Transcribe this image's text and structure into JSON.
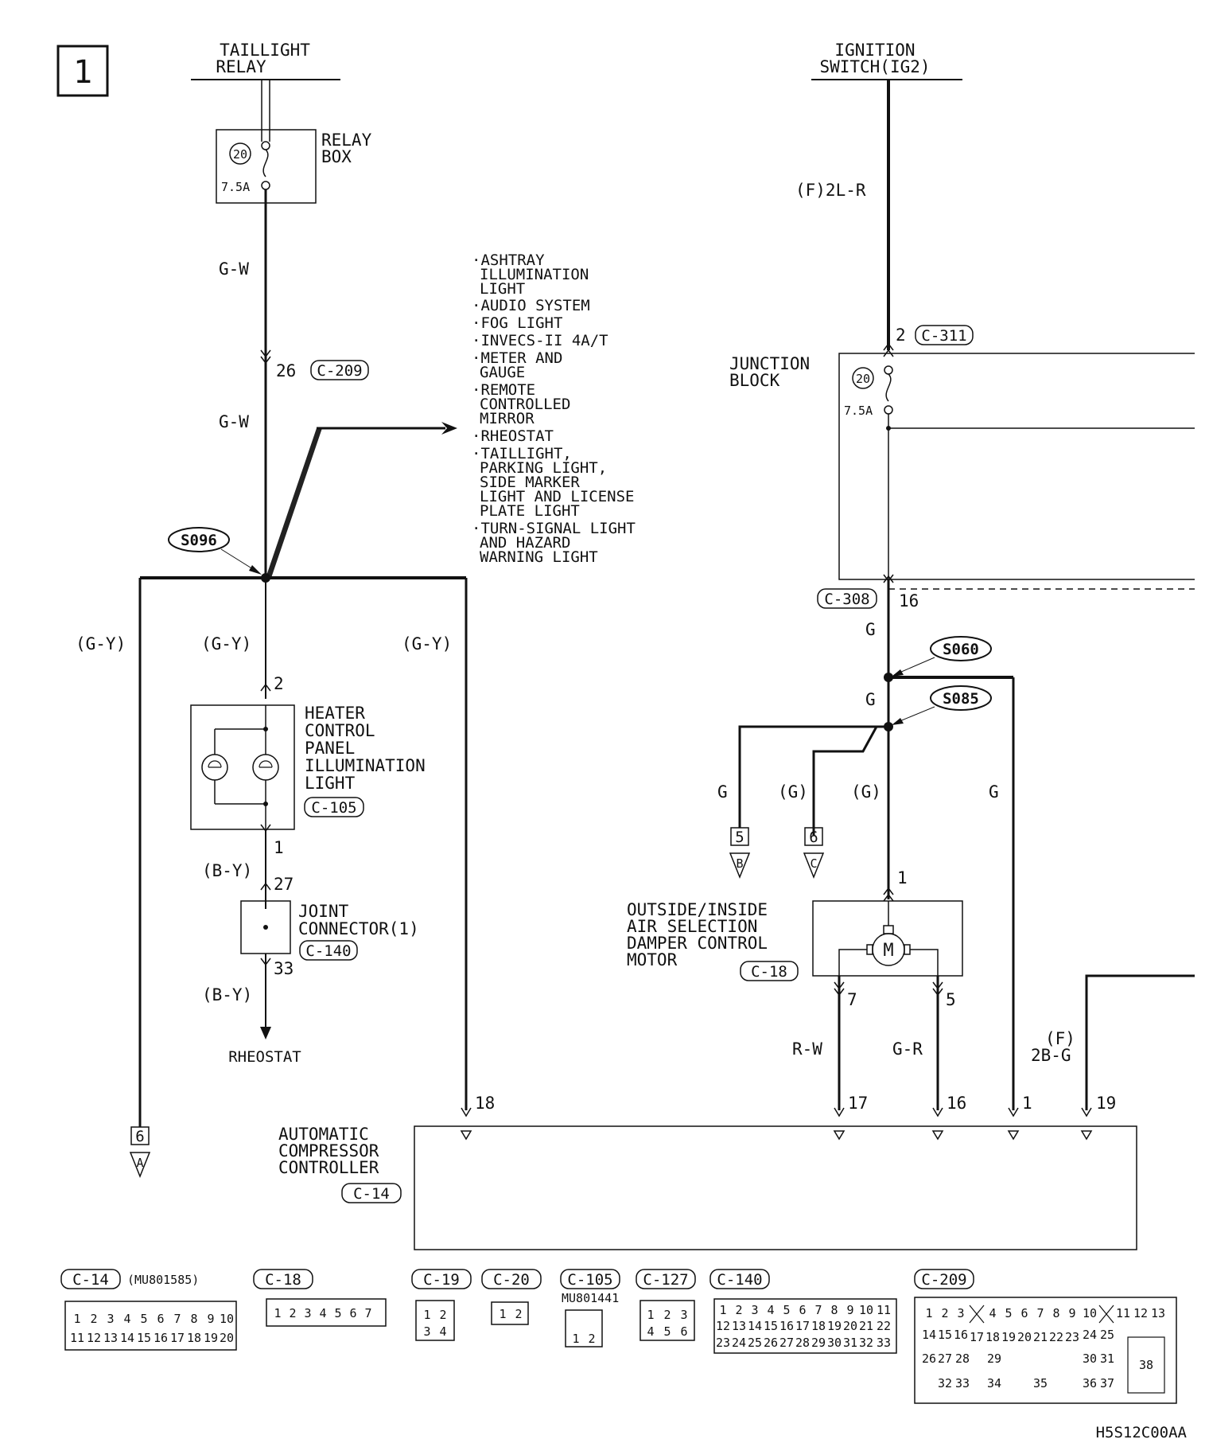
{
  "page_number": "1",
  "footer_code": "H5S12C00AA",
  "top": {
    "taillight_relay": [
      "TAILLIGHT",
      "RELAY"
    ],
    "ignition_switch": [
      "IGNITION",
      "SWITCH(IG2)"
    ]
  },
  "relay_box": {
    "label": [
      "RELAY",
      "BOX"
    ],
    "fuse_no": "20",
    "fuse_amp": "7.5A"
  },
  "junction_block": {
    "label": [
      "JUNCTION",
      "BLOCK"
    ],
    "fuse_no": "20",
    "fuse_amp": "7.5A"
  },
  "wires": {
    "gw1": "G-W",
    "gw2": "G-W",
    "gy_left": "(G-Y)",
    "gy_mid": "(G-Y)",
    "gy_right": "(G-Y)",
    "by1": "(B-Y)",
    "by2": "(B-Y)",
    "f2lr": "(F)2L-R",
    "g_c308": "G",
    "g_s060": "G",
    "g_b": "G",
    "g_c": "(G)",
    "g_motor": "(G)",
    "g_right": "G",
    "rw": "R-W",
    "gr": "G-R",
    "f_mark": "(F)",
    "f2bg": "2B-G"
  },
  "pins": {
    "p26": "26",
    "p2_heater": "2",
    "p1_heater": "1",
    "p27": "27",
    "p33": "33",
    "p2_c311": "2",
    "p16_c308": "16",
    "p1_motor": "1",
    "p7": "7",
    "p5": "5",
    "p18": "18",
    "p17": "17",
    "p16": "16",
    "p1": "1",
    "p19": "19"
  },
  "connectors": {
    "c209": "C-209",
    "c311": "C-311",
    "c308": "C-308",
    "c105": "C-105",
    "c140": "C-140",
    "c18": "C-18",
    "c14": "C-14"
  },
  "splices": {
    "s096": "S096",
    "s060": "S060",
    "s085": "S085"
  },
  "components": {
    "heater": [
      "HEATER",
      "CONTROL",
      "PANEL",
      "ILLUMINATION",
      "LIGHT"
    ],
    "joint": [
      "JOINT",
      "CONNECTOR(1)"
    ],
    "rheostat": "RHEOSTAT",
    "motor": [
      "OUTSIDE/INSIDE",
      "AIR SELECTION",
      "DAMPER CONTROL",
      "MOTOR"
    ],
    "controller": [
      "AUTOMATIC",
      "COMPRESSOR",
      "CONTROLLER"
    ],
    "motor_symbol": "M"
  },
  "destinations": [
    [
      "·ASHTRAY",
      "ILLUMINATION",
      "LIGHT"
    ],
    [
      "·AUDIO SYSTEM"
    ],
    [
      "·FOG LIGHT"
    ],
    [
      "·INVECS-II 4A/T"
    ],
    [
      "·METER AND",
      "GAUGE"
    ],
    [
      "·REMOTE",
      "CONTROLLED",
      "MIRROR"
    ],
    [
      "·RHEOSTAT"
    ],
    [
      "·TAILLIGHT,",
      "PARKING LIGHT,",
      "SIDE MARKER",
      "LIGHT AND LICENSE",
      "PLATE LIGHT"
    ],
    [
      "·TURN-SIGNAL LIGHT",
      "AND HAZARD",
      "WARNING LIGHT"
    ]
  ],
  "offpage": {
    "a": {
      "num": "6",
      "letter": "A"
    },
    "b": {
      "num": "5",
      "letter": "B"
    },
    "c": {
      "num": "6",
      "letter": "C"
    }
  },
  "legend": [
    {
      "id": "C-14",
      "part": "(MU801585)",
      "rows": [
        [
          "1",
          "2",
          "3",
          "4",
          "5",
          "6",
          "7",
          "8",
          "9",
          "10"
        ],
        [
          "11",
          "12",
          "13",
          "14",
          "15",
          "16",
          "17",
          "18",
          "19",
          "20"
        ]
      ]
    },
    {
      "id": "C-18",
      "part": "",
      "rows": [
        [
          "1",
          "2",
          "3",
          "4",
          "5",
          "6",
          "7"
        ]
      ]
    },
    {
      "id": "C-19",
      "part": "",
      "rows": [
        [
          "1",
          "2"
        ],
        [
          "3",
          "4"
        ]
      ]
    },
    {
      "id": "C-20",
      "part": "",
      "rows": [
        [
          "1",
          "2"
        ]
      ]
    },
    {
      "id": "C-105",
      "part": "MU801441",
      "rows": [
        [
          "1",
          "2"
        ]
      ]
    },
    {
      "id": "C-127",
      "part": "",
      "rows": [
        [
          "1",
          "2",
          "3"
        ],
        [
          "4",
          "5",
          "6"
        ]
      ]
    },
    {
      "id": "C-140",
      "part": "",
      "rows": [
        [
          "1",
          "2",
          "3",
          "4",
          "5",
          "6",
          "7",
          "8",
          "9",
          "10",
          "11"
        ],
        [
          "12",
          "13",
          "14",
          "15",
          "16",
          "17",
          "18",
          "19",
          "20",
          "21",
          "22"
        ],
        [
          "23",
          "24",
          "25",
          "26",
          "27",
          "28",
          "29",
          "30",
          "31",
          "32",
          "33"
        ]
      ]
    },
    {
      "id": "C-209",
      "part": "",
      "rows": [
        [
          "1",
          "2",
          "3",
          "",
          "4",
          "5",
          "6",
          "7",
          "8",
          "9",
          "10",
          "",
          "11",
          "12",
          "13"
        ],
        [
          "14",
          "15",
          "16",
          "17",
          "18",
          "19",
          "20",
          "21",
          "22",
          "23",
          "24",
          "25"
        ],
        [
          "26",
          "27",
          "28",
          "29",
          "30",
          "31"
        ],
        [
          "32",
          "33",
          "34",
          "35",
          "36",
          "37"
        ],
        [
          "38"
        ]
      ]
    }
  ]
}
